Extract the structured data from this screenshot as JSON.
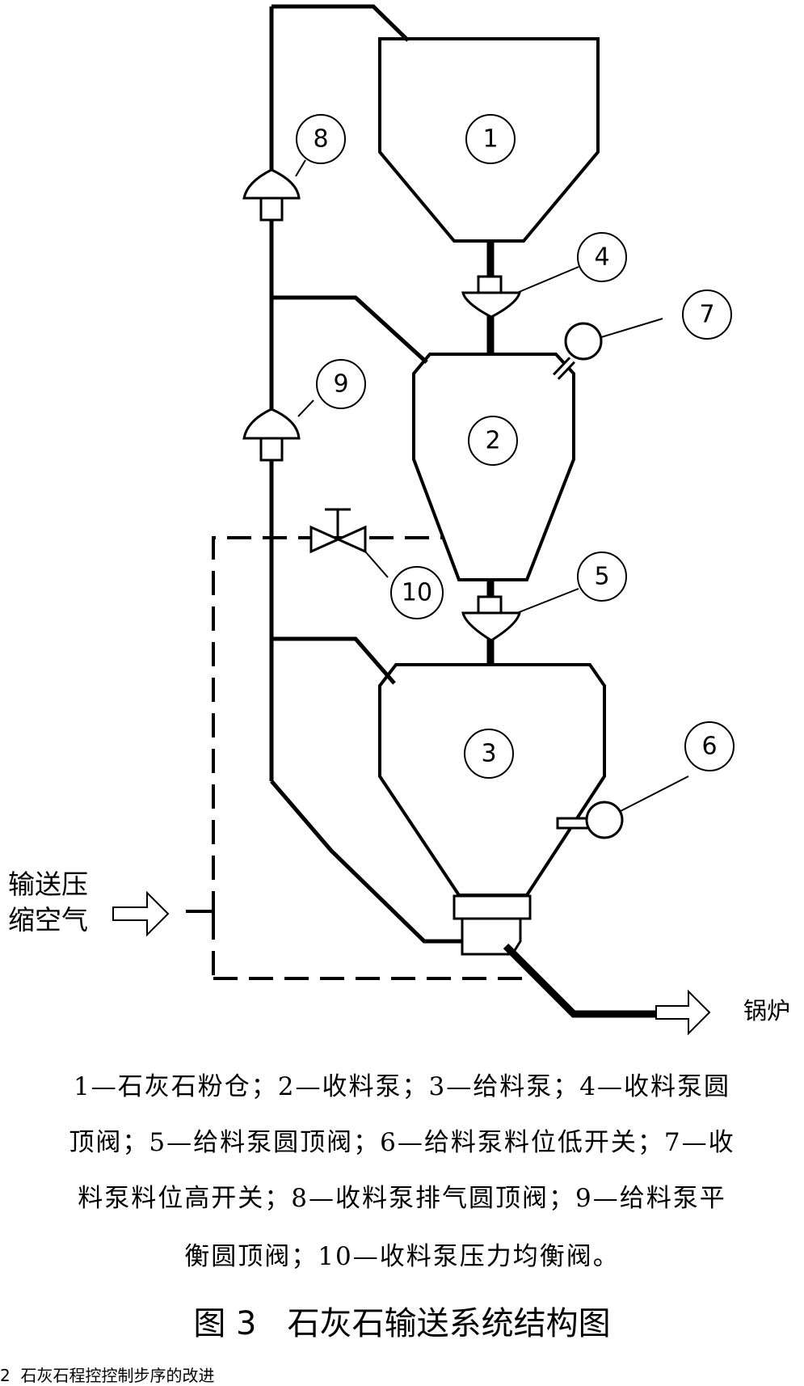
{
  "components": {
    "c1": "1",
    "c2": "2",
    "c3": "3",
    "c4": "4",
    "c5": "5",
    "c6": "6",
    "c7": "7",
    "c8": "8",
    "c9": "9",
    "c10": "10"
  },
  "side_labels": {
    "air_line1": "输送压",
    "air_line2": "缩空气",
    "boiler": "锅炉"
  },
  "caption": {
    "line1": "1—石灰石粉仓；2—收料泵；3—给料泵；4—收料泵圆",
    "line2": "顶阀；5—给料泵圆顶阀；6—给料泵料位低开关；7—收",
    "line3": "料泵料位高开关；8—收料泵排气圆顶阀；9—给料泵平",
    "line4": "衡圆顶阀；10—收料泵压力均衡阀。"
  },
  "figure_title": "图 3   石灰石输送系统结构图",
  "footer_text": "2  石灰石程控控制步序的改进"
}
